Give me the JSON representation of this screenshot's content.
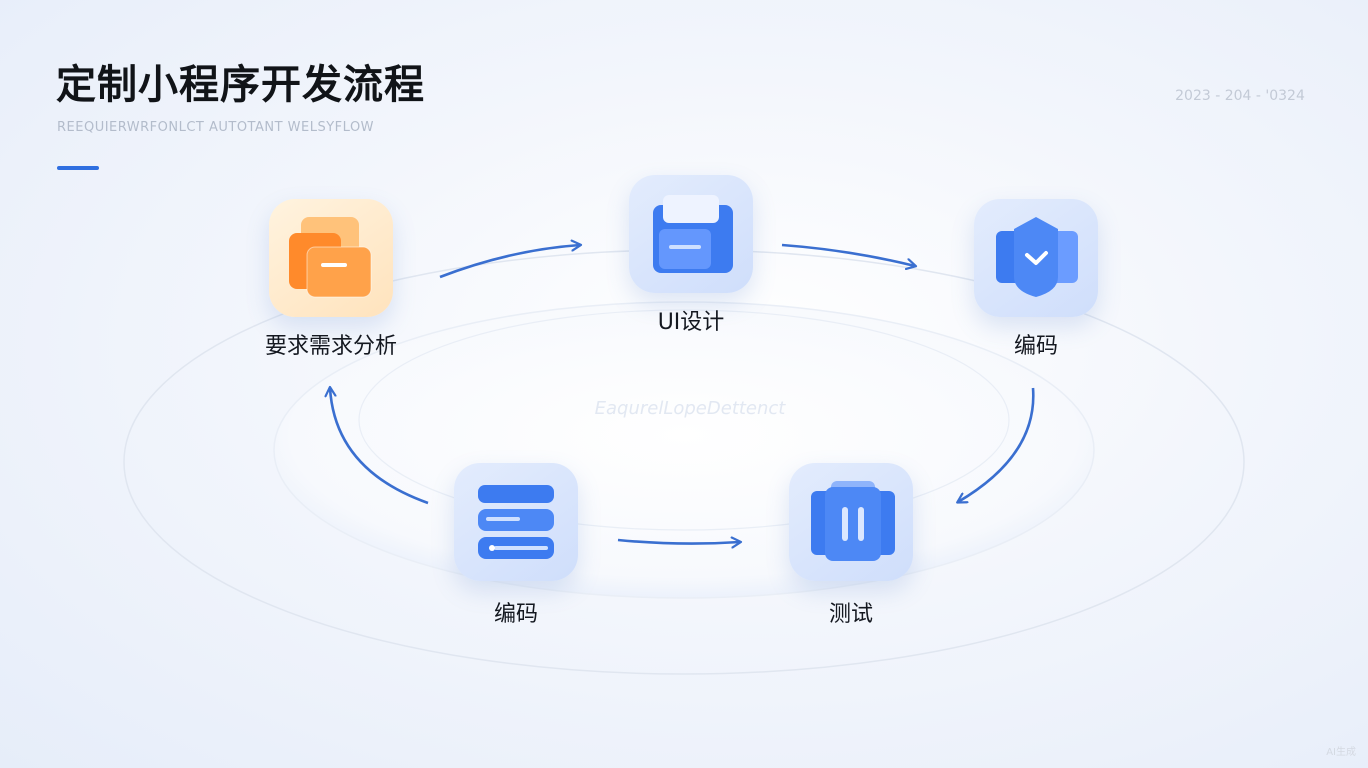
{
  "title": "定制小程序开发流程",
  "subtitle": "REEQUIERWRFONLCT AUTOTANT WELSYFLOW",
  "date": "2023 - 204 - '0324",
  "watermark": "EaqurelLopeDettenct",
  "corner_text": "AI生成",
  "steps": [
    {
      "label": "要求需求分析",
      "icon": "folder-stack-icon",
      "color": "#ff8a2b"
    },
    {
      "label": "UI设计",
      "icon": "floppy-disk-icon",
      "color": "#3d7bf0"
    },
    {
      "label": "编码",
      "icon": "shield-check-icon",
      "color": "#3d7bf0"
    },
    {
      "label": "测试",
      "icon": "pause-stack-icon",
      "color": "#3d7bf0"
    },
    {
      "label": "编码",
      "icon": "server-stack-icon",
      "color": "#3d7bf0"
    }
  ],
  "colors": {
    "accent": "#2f6fe0",
    "arrow": "#3a6fd0",
    "title": "#111418"
  }
}
